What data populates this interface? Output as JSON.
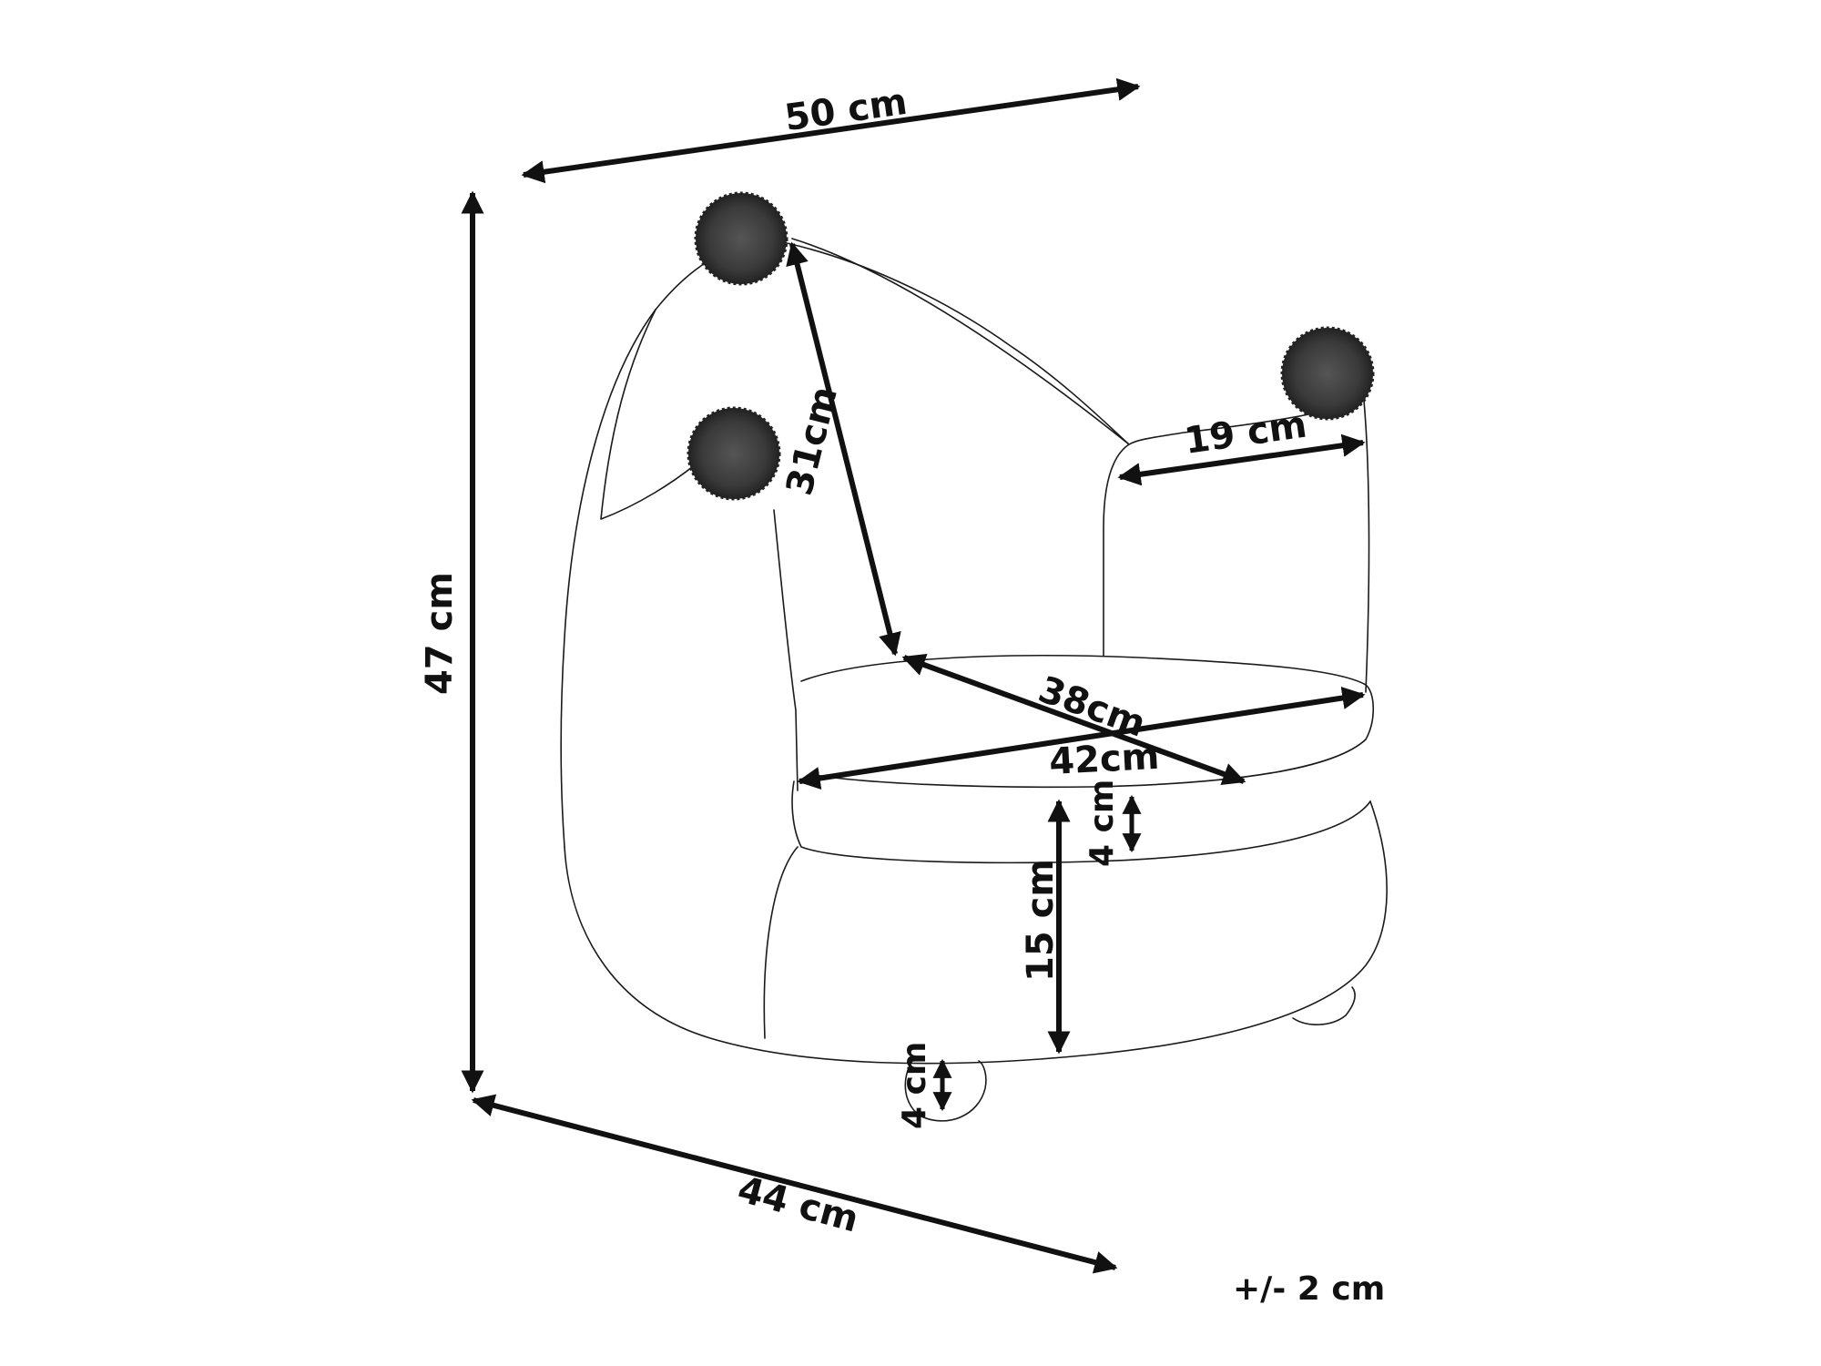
{
  "figure": {
    "subject": "Children's armchair with pom-poms — dimensions drawing",
    "labels": {
      "width": "50 cm",
      "height": "47 cm",
      "depth": "44 cm",
      "back_height": "31cm",
      "arm_length": "19 cm",
      "seat_width": "42cm",
      "seat_depth": "38cm",
      "cushion": "4 cm",
      "seat_height": "15 cm",
      "foot": "4 cm"
    },
    "tolerance": "+/- 2 cm"
  }
}
